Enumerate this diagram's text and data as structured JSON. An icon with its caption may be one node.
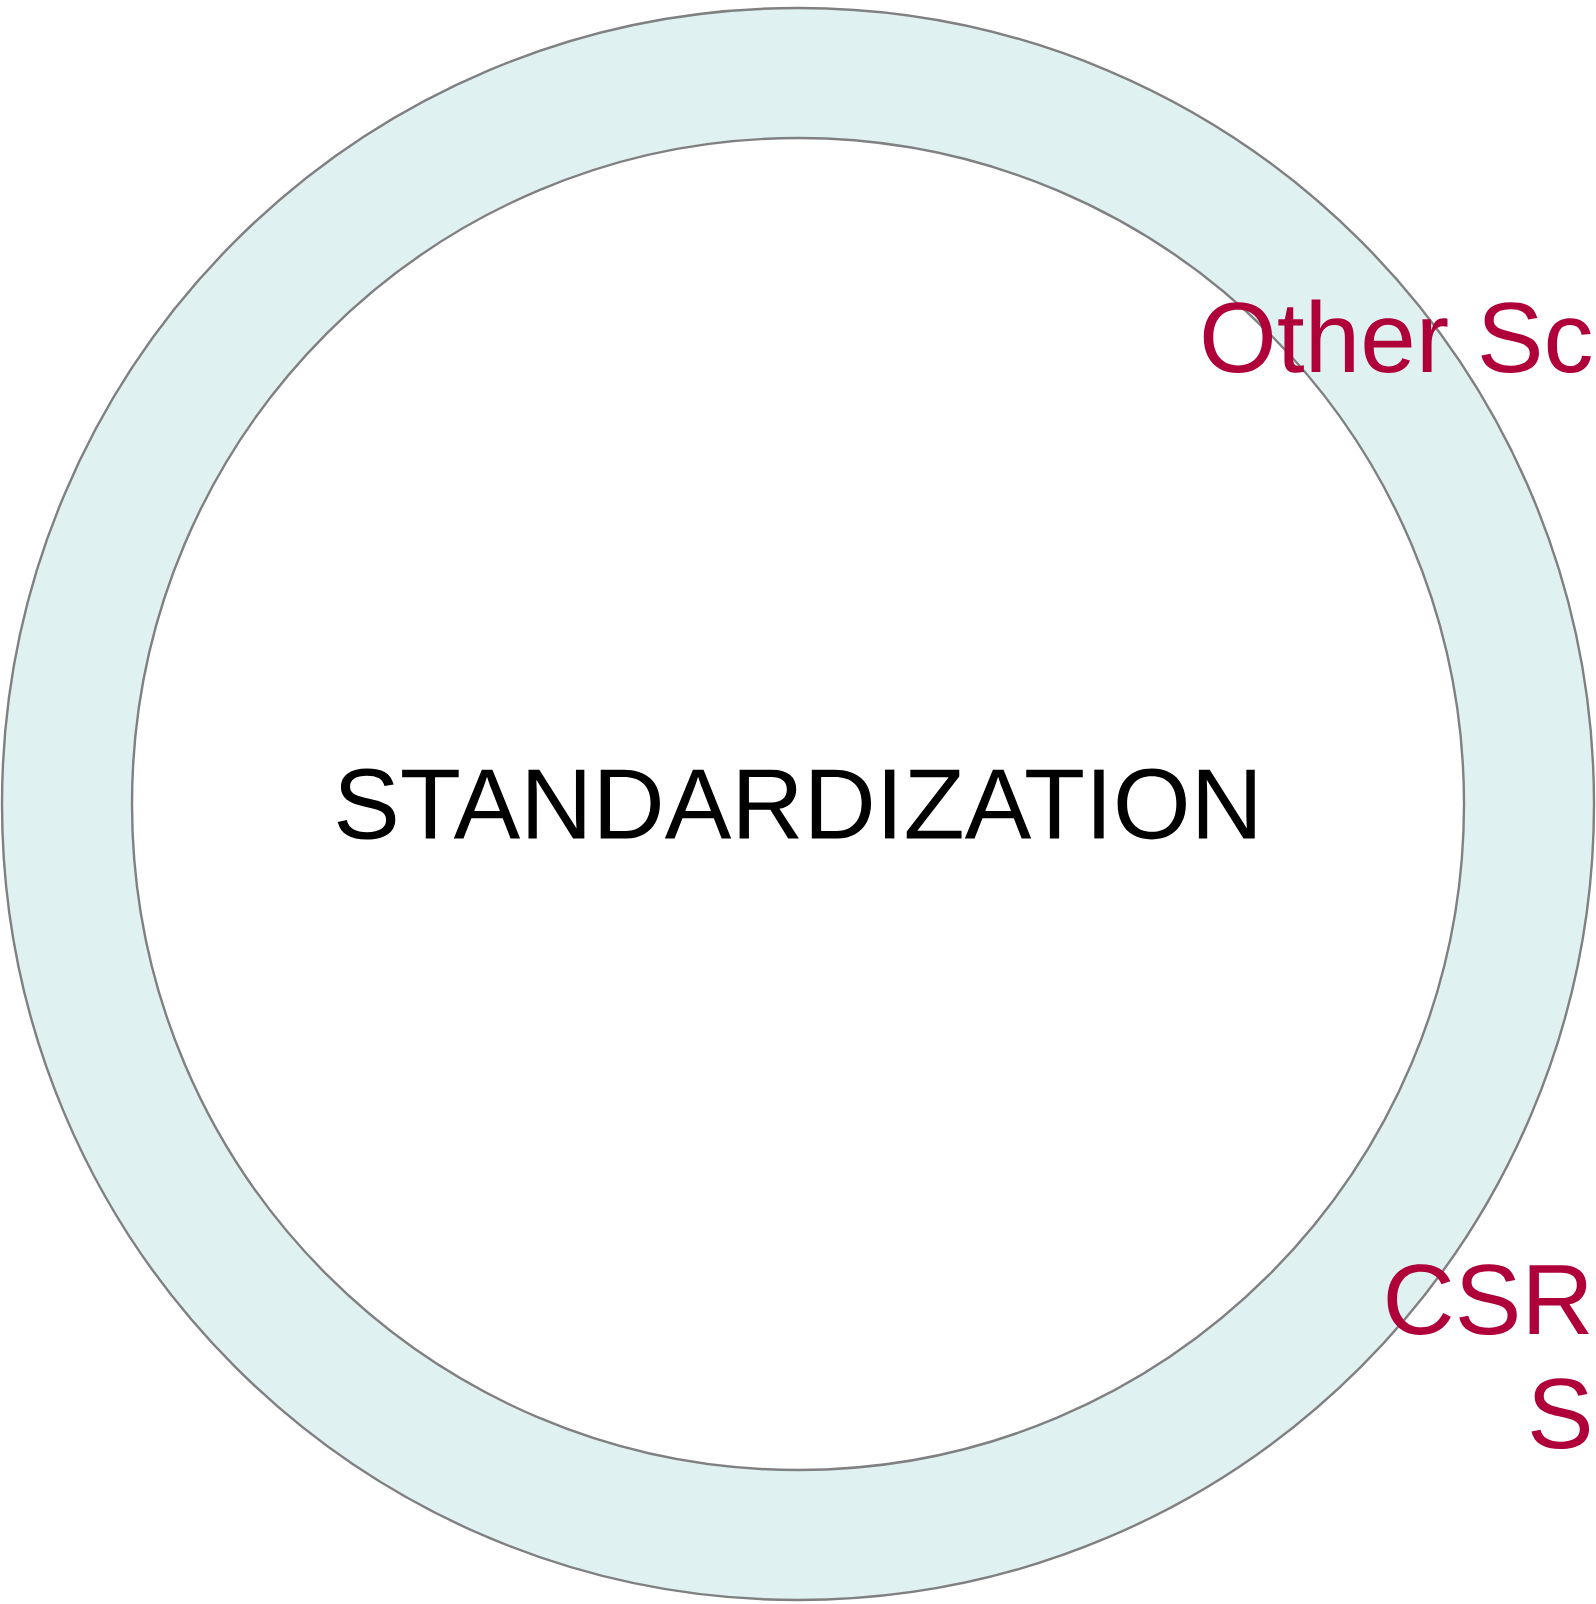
{
  "diagram": {
    "nodes": [
      {
        "text": [
          "STANDARDIZATION"
        ]
      }
    ],
    "labels": [
      "Other Sc",
      "CSR",
      "S"
    ]
  }
}
